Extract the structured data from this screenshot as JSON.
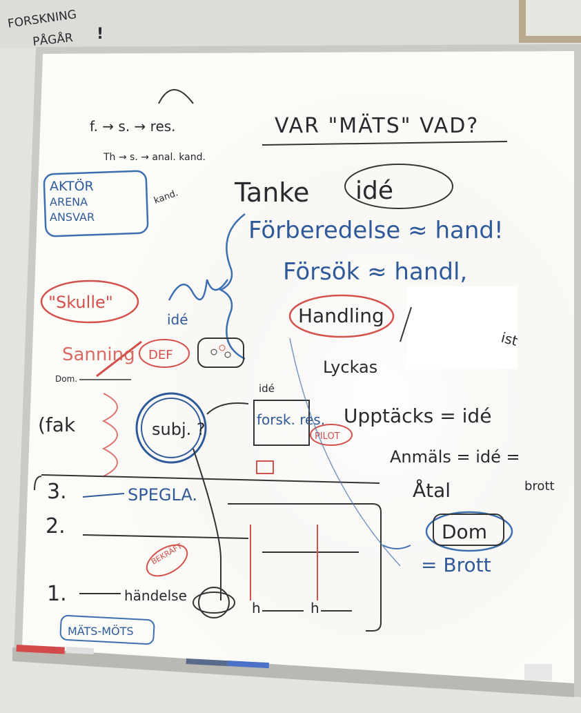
{
  "sticker": {
    "line1": "FORSKNING",
    "line2": "PÅGÅR",
    "mark": "!"
  },
  "whiteboard": {
    "flow_top": "f. → s. → res.",
    "flow_bottom": "Th → s. → anal. kand.",
    "title": "VAR \"MÄTS\" VAD?",
    "kand": "kand.",
    "aktor_box": [
      "AKTÖR",
      "ARENA",
      "ANSVAR"
    ],
    "tanke": "Tanke",
    "ide_box": "idé",
    "forberedelse": "Förberedelse ≈ hand!",
    "forsok": "Försök ≈ handl,",
    "handling": "Handling",
    "lyckas": "Lyckas",
    "ist": "ist",
    "upptacks": "Upptäcks = idé",
    "anmals": "Anmäls = idé =",
    "brott_right": "brott",
    "atal": "Åtal",
    "dom": "Dom",
    "brott": "= Brott",
    "skulle": "\"Skulle\"",
    "ide_blue": "idé",
    "sanning": "Sanning",
    "def": "DEF",
    "fak": "(fak",
    "dom_small": "Dom.",
    "subj": "subj. ?",
    "ide_small": "idé",
    "forsk_res": "forsk. res.",
    "pilot": "PILOT",
    "level_3": "3.",
    "spegla": "SPEGLA.",
    "level_2": "2.",
    "level_1": "1.",
    "handelse": "händelse",
    "h1": "h",
    "h2": "h",
    "bekraft": "BEKRÄFT",
    "mats_mots": "MÄTS-MÖTS"
  }
}
